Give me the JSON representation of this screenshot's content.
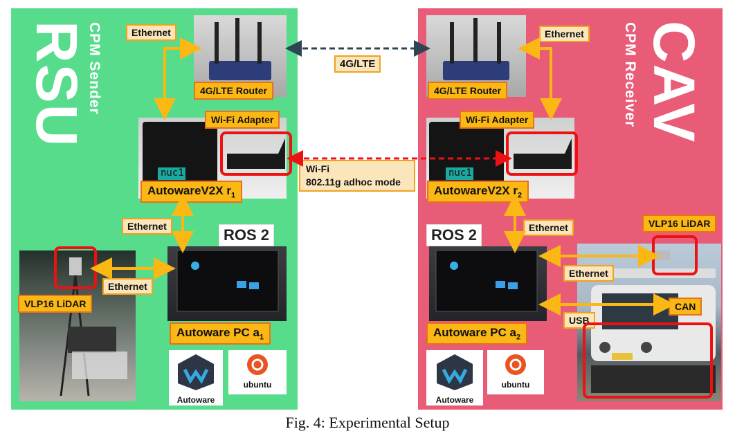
{
  "left_panel": {
    "big_label": "RSU",
    "sub_label": "CPM Sender",
    "ethernet_router": "Ethernet",
    "router": "4G/LTE Router",
    "wifi_adapter": "Wi-Fi Adapter",
    "nuc_sticker": "nuc1",
    "autowarev2x": "AutowareV2X",
    "autowarev2x_sub": "1",
    "ethernet_pc": "Ethernet",
    "ros": "ROS 2",
    "ethernet_lidar": "Ethernet",
    "lidar": "VLP16 LiDAR",
    "pc": "Autoware PC",
    "pc_sub": "1",
    "autoware_logo": "Autoware",
    "ubuntu_logo": "ubuntu"
  },
  "right_panel": {
    "big_label": "CAV",
    "sub_label": "CPM Receiver",
    "ethernet_router": "Ethernet",
    "router": "4G/LTE Router",
    "wifi_adapter": "Wi-Fi Adapter",
    "nuc_sticker": "nuc1",
    "autowarev2x": "AutowareV2X",
    "autowarev2x_sub": "2",
    "ethernet_pc": "Ethernet",
    "ros": "ROS 2",
    "lidar": "VLP16 LiDAR",
    "ethernet_lidar": "Ethernet",
    "can": "CAN",
    "usb": "USB",
    "pc": "Autoware PC",
    "pc_sub": "2",
    "autoware_logo": "Autoware",
    "ubuntu_logo": "ubuntu"
  },
  "links": {
    "lte": "4G/LTE",
    "wifi_line1": "Wi-Fi",
    "wifi_line2": "802.11g adhoc mode"
  },
  "caption": "Fig. 4: Experimental Setup",
  "colors": {
    "rsu_bg": "#57dc8c",
    "cav_bg": "#e95c77",
    "arrow_yellow": "#fbb714",
    "wifi_red": "#ee1111",
    "lte_dark": "#2f4452"
  }
}
